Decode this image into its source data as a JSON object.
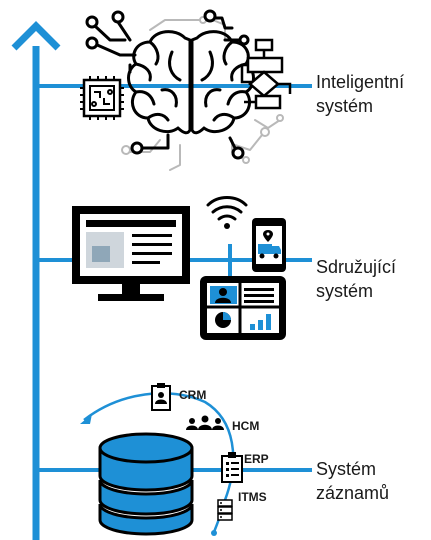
{
  "tiers": [
    {
      "line1": "Inteligentní",
      "line2": "systém"
    },
    {
      "line1": "Sdružující",
      "line2": "systém"
    },
    {
      "line1": "Systém",
      "line2": "záznamů"
    }
  ],
  "record_systems": [
    "CRM",
    "HCM",
    "ERP",
    "ITMS"
  ],
  "colors": {
    "accent": "#1e90d6",
    "ink": "#000000",
    "muted": "#b9b9b9"
  },
  "icons": [
    "ai-brain-icon",
    "chip-icon",
    "flowchart-icon",
    "monitor-icon",
    "wifi-icon",
    "phone-truck-icon",
    "tablet-dashboard-icon",
    "database-icon",
    "crm-badge-icon",
    "hcm-people-icon",
    "erp-clipboard-icon",
    "itms-server-icon"
  ]
}
